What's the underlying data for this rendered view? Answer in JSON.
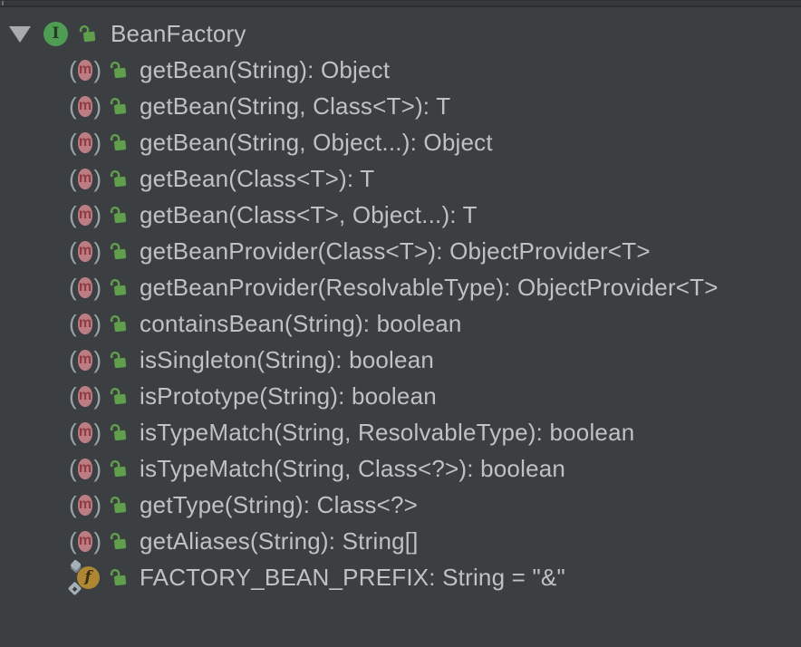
{
  "colors": {
    "background": "#3c3f41",
    "text": "#bfc1c3",
    "interface_icon_green": "#4f9c54",
    "method_icon_pink": "#bd7c82",
    "method_letter_red": "#8c3c42",
    "field_icon_gold": "#ad8733",
    "lock_green": "#5f9e4a",
    "triangle_gray": "#a9abad"
  },
  "icons": {
    "expand_toggle": "triangle-down",
    "interface_icon": "green-circle-I",
    "abstract_method_icon": "pink-circle-m-in-parens",
    "field_icon": "gold-circle-f-with-static-final-diamonds",
    "visibility_icon": "green-open-lock",
    "interface_letter": "I",
    "method_letter": "m",
    "field_letter": "f",
    "paren_open": "(",
    "paren_close": ")"
  },
  "panel": {
    "header": {
      "label": "BeanFactory",
      "kind": "interface",
      "visibility": "public",
      "expanded": true
    },
    "members": [
      {
        "label": "getBean(String): Object",
        "kind": "abstract-method",
        "visibility": "public"
      },
      {
        "label": "getBean(String, Class<T>): T",
        "kind": "abstract-method",
        "visibility": "public"
      },
      {
        "label": "getBean(String, Object...): Object",
        "kind": "abstract-method",
        "visibility": "public"
      },
      {
        "label": "getBean(Class<T>): T",
        "kind": "abstract-method",
        "visibility": "public"
      },
      {
        "label": "getBean(Class<T>, Object...): T",
        "kind": "abstract-method",
        "visibility": "public"
      },
      {
        "label": "getBeanProvider(Class<T>): ObjectProvider<T>",
        "kind": "abstract-method",
        "visibility": "public"
      },
      {
        "label": "getBeanProvider(ResolvableType): ObjectProvider<T>",
        "kind": "abstract-method",
        "visibility": "public"
      },
      {
        "label": "containsBean(String): boolean",
        "kind": "abstract-method",
        "visibility": "public"
      },
      {
        "label": "isSingleton(String): boolean",
        "kind": "abstract-method",
        "visibility": "public"
      },
      {
        "label": "isPrototype(String): boolean",
        "kind": "abstract-method",
        "visibility": "public"
      },
      {
        "label": "isTypeMatch(String, ResolvableType): boolean",
        "kind": "abstract-method",
        "visibility": "public"
      },
      {
        "label": "isTypeMatch(String, Class<?>): boolean",
        "kind": "abstract-method",
        "visibility": "public"
      },
      {
        "label": "getType(String): Class<?>",
        "kind": "abstract-method",
        "visibility": "public"
      },
      {
        "label": "getAliases(String): String[]",
        "kind": "abstract-method",
        "visibility": "public"
      },
      {
        "label": "FACTORY_BEAN_PREFIX: String = \"&\"",
        "kind": "static-final-field",
        "visibility": "public"
      }
    ]
  }
}
